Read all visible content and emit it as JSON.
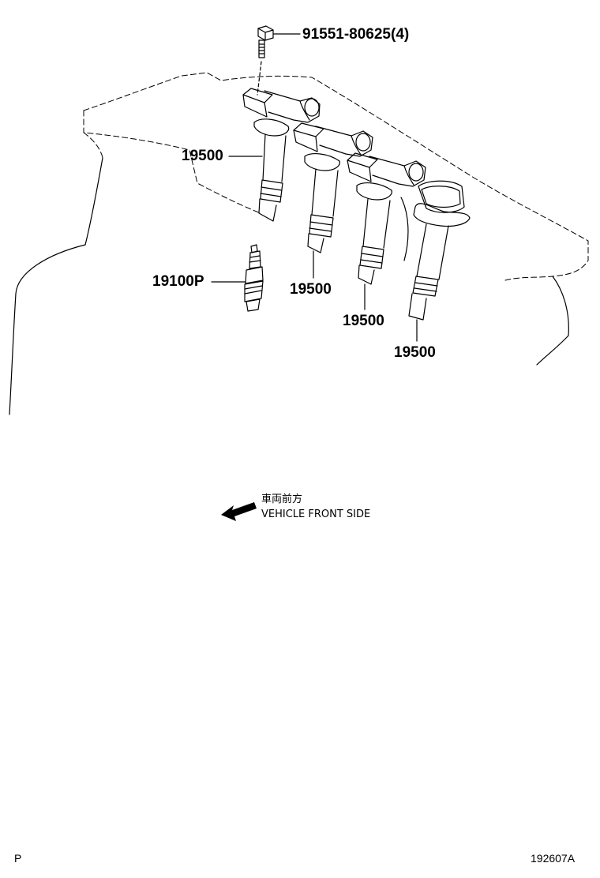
{
  "callouts": {
    "bolt": "91551-80625(4)",
    "coil_1": "19500",
    "coil_2": "19500",
    "coil_3": "19500",
    "coil_4": "19500",
    "spark_plug": "19100P"
  },
  "direction": {
    "label_jp": "車両前方",
    "label_en": "VEHICLE FRONT SIDE"
  },
  "footer": {
    "left_code": "P",
    "diagram_id": "192607A"
  }
}
